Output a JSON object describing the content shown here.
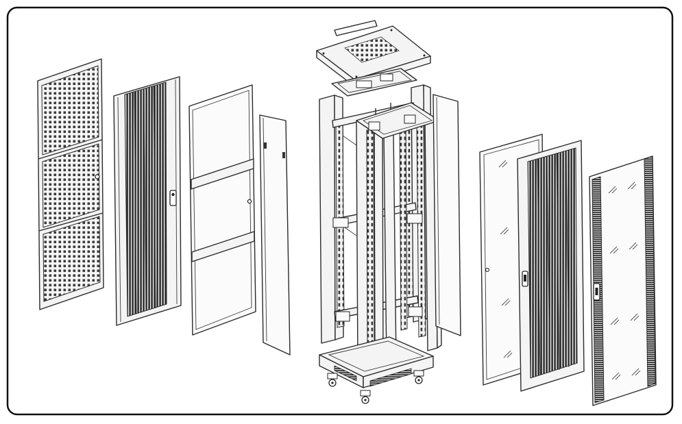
{
  "diagram": {
    "frame_stroke": "#111111",
    "background": "#ffffff",
    "line_color": "#2a2a2a",
    "parts": [
      "perforated-front-door",
      "vented-front-door",
      "solid-panel-door",
      "side-panel-left",
      "top-cover",
      "rack-frame",
      "base-with-casters",
      "side-panel-right",
      "glass-door",
      "vented-rear-door",
      "glass-rear-door"
    ]
  }
}
